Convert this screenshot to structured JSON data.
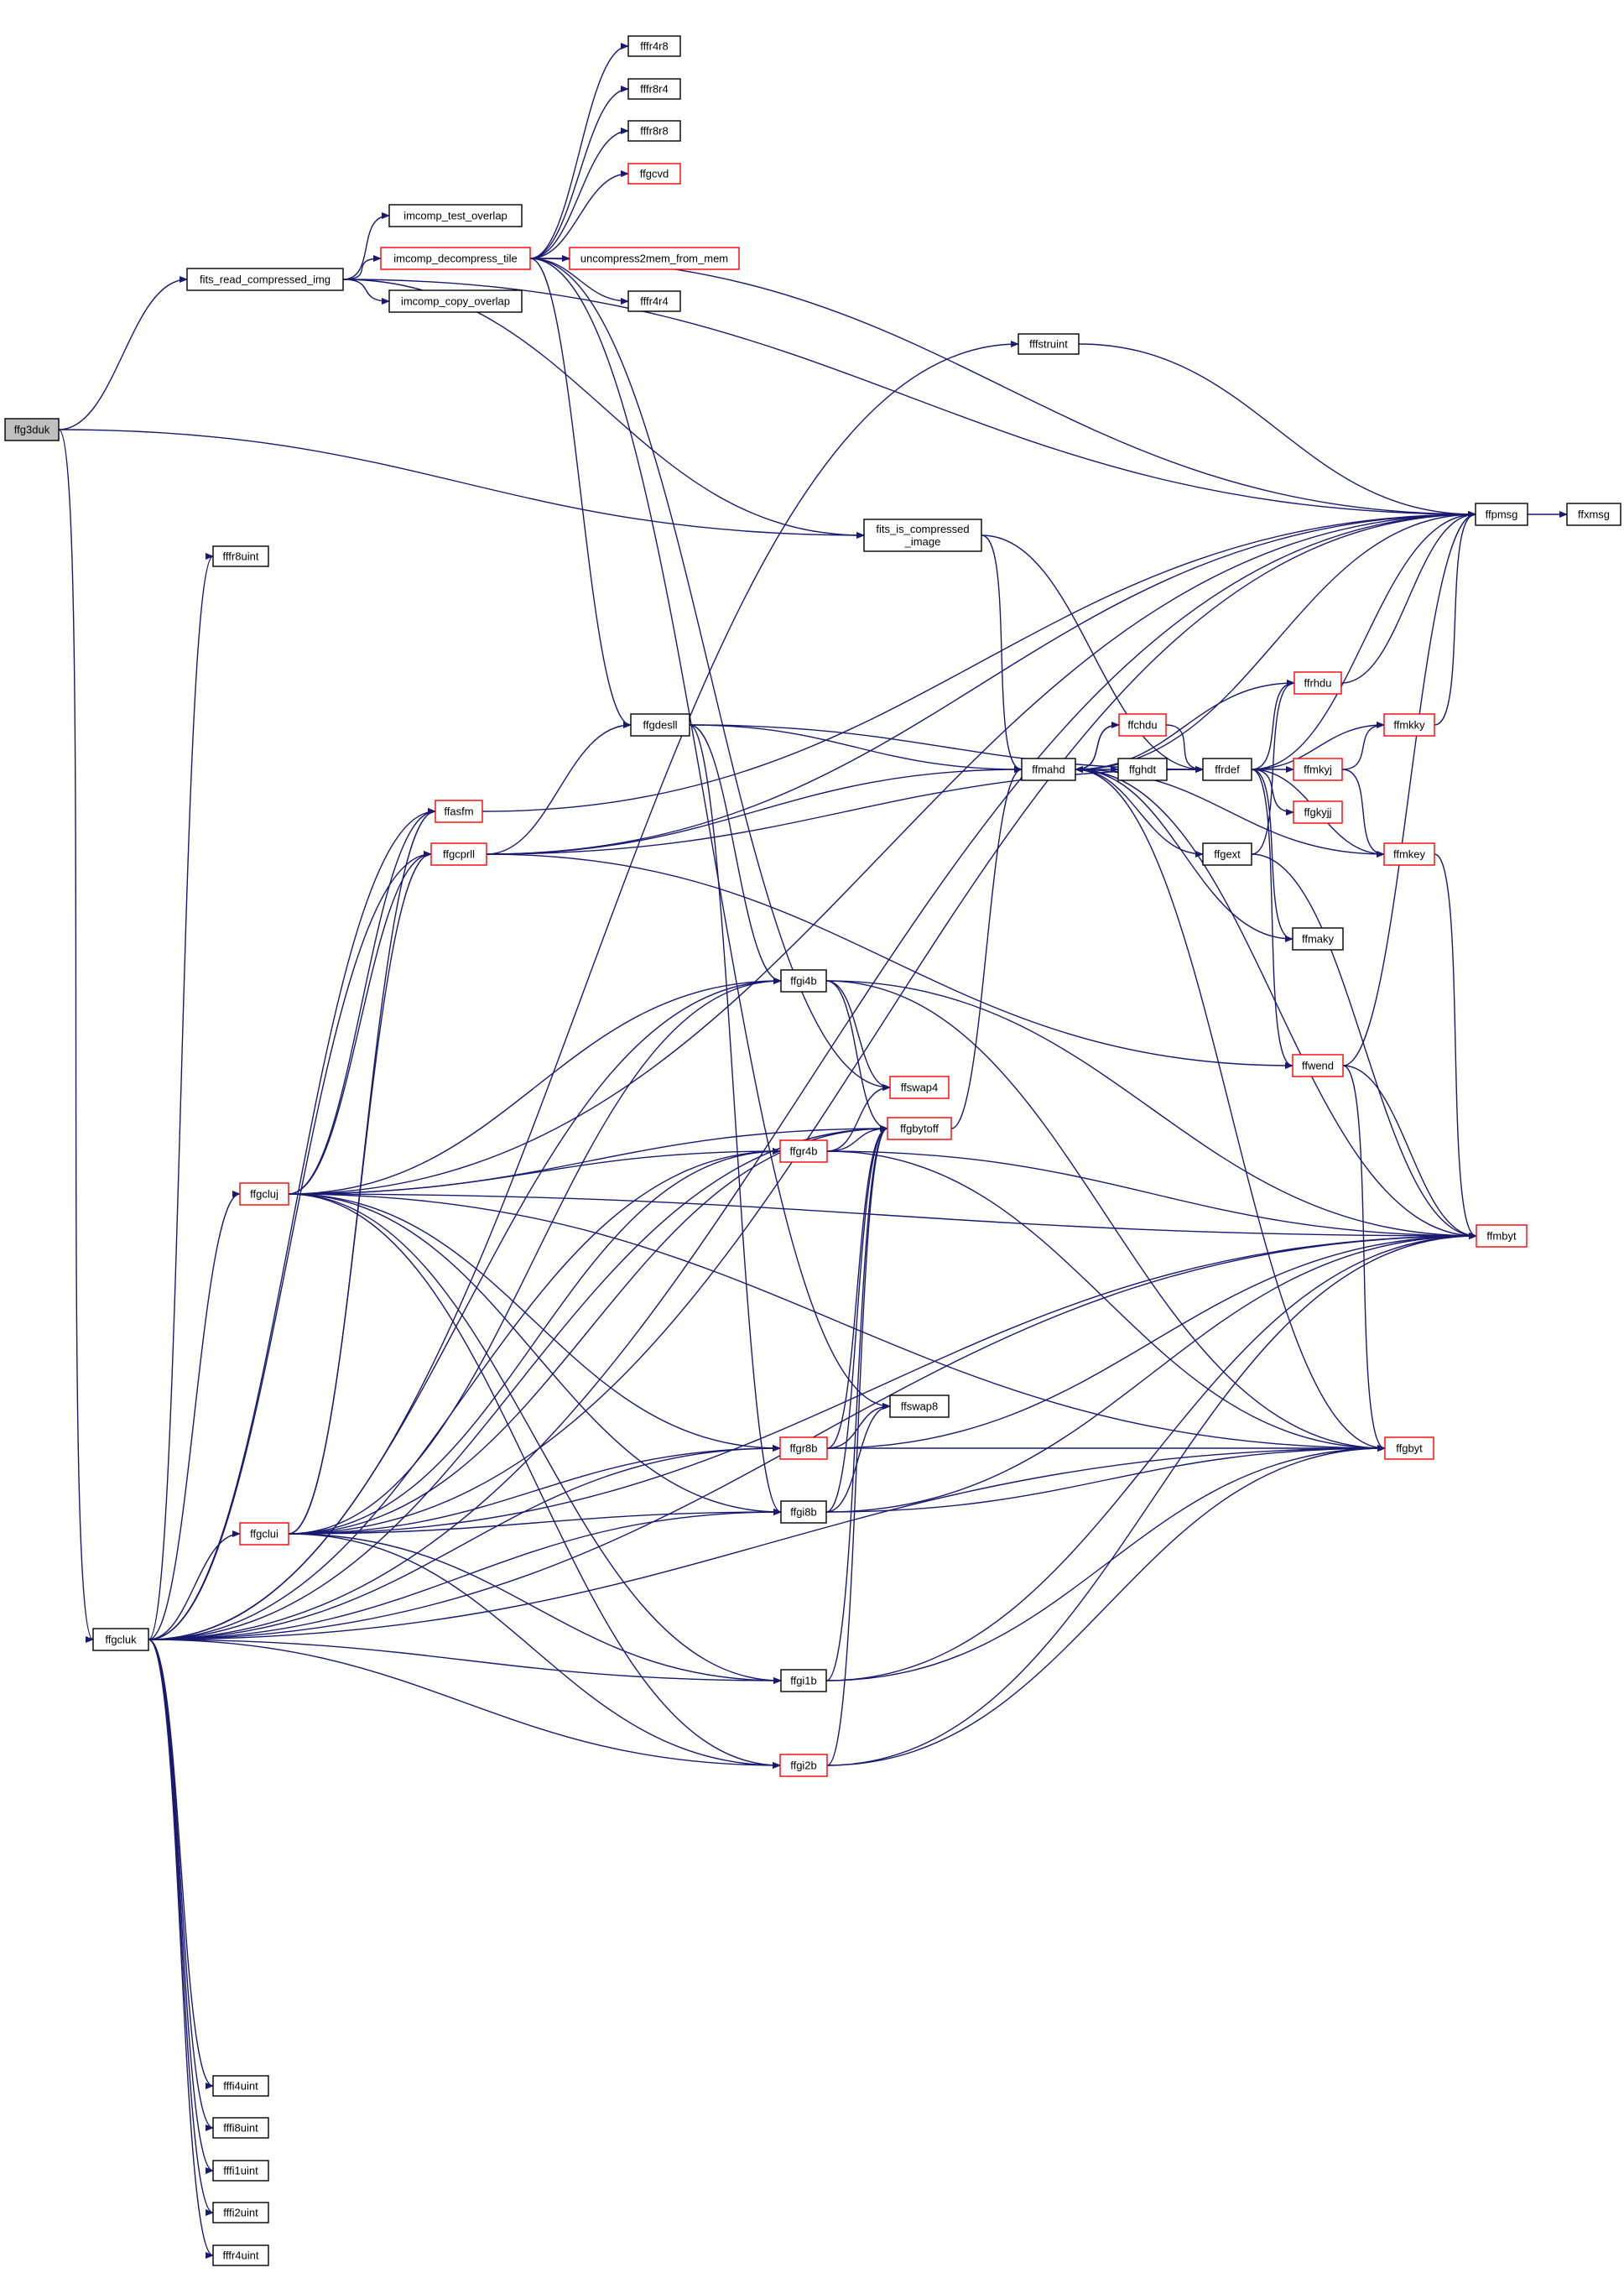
{
  "colors": {
    "edge": "#191970",
    "link_border": "#ff0000",
    "plain_border": "#000000",
    "root_fill": "#bfbfbf"
  },
  "nodes": [
    {
      "id": "ffg3duk",
      "lines": [
        "ffg3duk"
      ],
      "border": "root"
    },
    {
      "id": "fits_read_compressed_img",
      "lines": [
        "fits_read_compressed_img"
      ],
      "border": "black"
    },
    {
      "id": "imcomp_test_overlap",
      "lines": [
        "imcomp_test_overlap"
      ],
      "border": "black"
    },
    {
      "id": "imcomp_decompress_tile",
      "lines": [
        "imcomp_decompress_tile"
      ],
      "border": "red"
    },
    {
      "id": "imcomp_copy_overlap",
      "lines": [
        "imcomp_copy_overlap"
      ],
      "border": "black"
    },
    {
      "id": "fffr4r8",
      "lines": [
        "fffr4r8"
      ],
      "border": "black"
    },
    {
      "id": "fffr8r4",
      "lines": [
        "fffr8r4"
      ],
      "border": "black"
    },
    {
      "id": "fffr8r8",
      "lines": [
        "fffr8r8"
      ],
      "border": "black"
    },
    {
      "id": "ffgcvd",
      "lines": [
        "ffgcvd"
      ],
      "border": "red"
    },
    {
      "id": "uncompress2mem_from_mem",
      "lines": [
        "uncompress2mem_from_mem"
      ],
      "border": "red"
    },
    {
      "id": "fffr4r4",
      "lines": [
        "fffr4r4"
      ],
      "border": "black"
    },
    {
      "id": "fffstruint",
      "lines": [
        "fffstruint"
      ],
      "border": "black"
    },
    {
      "id": "ffpmsg",
      "lines": [
        "ffpmsg"
      ],
      "border": "black"
    },
    {
      "id": "ffxmsg",
      "lines": [
        "ffxmsg"
      ],
      "border": "black"
    },
    {
      "id": "fits_is_compressed_image",
      "lines": [
        "fits_is_compressed",
        "_image"
      ],
      "border": "black"
    },
    {
      "id": "fffr8uint",
      "lines": [
        "fffr8uint"
      ],
      "border": "black"
    },
    {
      "id": "ffrhdu",
      "lines": [
        "ffrhdu"
      ],
      "border": "red"
    },
    {
      "id": "ffchdu",
      "lines": [
        "ffchdu"
      ],
      "border": "red"
    },
    {
      "id": "ffmkky",
      "lines": [
        "ffmkky"
      ],
      "border": "red"
    },
    {
      "id": "ffgdesll",
      "lines": [
        "ffgdesll"
      ],
      "border": "black"
    },
    {
      "id": "ffmahd",
      "lines": [
        "ffmahd"
      ],
      "border": "black"
    },
    {
      "id": "ffghdt",
      "lines": [
        "ffghdt"
      ],
      "border": "black"
    },
    {
      "id": "ffrdef",
      "lines": [
        "ffrdef"
      ],
      "border": "black"
    },
    {
      "id": "ffmkyj",
      "lines": [
        "ffmkyj"
      ],
      "border": "red"
    },
    {
      "id": "ffgkyjj",
      "lines": [
        "ffgkyjj"
      ],
      "border": "red"
    },
    {
      "id": "ffasfm",
      "lines": [
        "ffasfm"
      ],
      "border": "red"
    },
    {
      "id": "ffgcprll",
      "lines": [
        "ffgcprll"
      ],
      "border": "red"
    },
    {
      "id": "ffgext",
      "lines": [
        "ffgext"
      ],
      "border": "black"
    },
    {
      "id": "ffmkey",
      "lines": [
        "ffmkey"
      ],
      "border": "red"
    },
    {
      "id": "ffmaky",
      "lines": [
        "ffmaky"
      ],
      "border": "black"
    },
    {
      "id": "ffgi4b",
      "lines": [
        "ffgi4b"
      ],
      "border": "black"
    },
    {
      "id": "ffwend",
      "lines": [
        "ffwend"
      ],
      "border": "red"
    },
    {
      "id": "ffswap4",
      "lines": [
        "ffswap4"
      ],
      "border": "red"
    },
    {
      "id": "ffgbytoff",
      "lines": [
        "ffgbytoff"
      ],
      "border": "red"
    },
    {
      "id": "ffgr4b",
      "lines": [
        "ffgr4b"
      ],
      "border": "red"
    },
    {
      "id": "ffgcluj",
      "lines": [
        "ffgcluj"
      ],
      "border": "red"
    },
    {
      "id": "ffmbyt",
      "lines": [
        "ffmbyt"
      ],
      "border": "red"
    },
    {
      "id": "ffswap8",
      "lines": [
        "ffswap8"
      ],
      "border": "black"
    },
    {
      "id": "ffgr8b",
      "lines": [
        "ffgr8b"
      ],
      "border": "red"
    },
    {
      "id": "ffgbyt",
      "lines": [
        "ffgbyt"
      ],
      "border": "red"
    },
    {
      "id": "ffgi8b",
      "lines": [
        "ffgi8b"
      ],
      "border": "black"
    },
    {
      "id": "ffgclui",
      "lines": [
        "ffgclui"
      ],
      "border": "red"
    },
    {
      "id": "ffgcluk",
      "lines": [
        "ffgcluk"
      ],
      "border": "black"
    },
    {
      "id": "ffgi1b",
      "lines": [
        "ffgi1b"
      ],
      "border": "black"
    },
    {
      "id": "ffgi2b",
      "lines": [
        "ffgi2b"
      ],
      "border": "red"
    },
    {
      "id": "fffi4uint",
      "lines": [
        "fffi4uint"
      ],
      "border": "black"
    },
    {
      "id": "fffi8uint",
      "lines": [
        "fffi8uint"
      ],
      "border": "black"
    },
    {
      "id": "fffi1uint",
      "lines": [
        "fffi1uint"
      ],
      "border": "black"
    },
    {
      "id": "fffi2uint",
      "lines": [
        "fffi2uint"
      ],
      "border": "black"
    },
    {
      "id": "fffr4uint",
      "lines": [
        "fffr4uint"
      ],
      "border": "black"
    }
  ],
  "edges": [
    [
      "ffg3duk",
      "fits_read_compressed_img"
    ],
    [
      "ffg3duk",
      "fits_is_compressed_image"
    ],
    [
      "ffg3duk",
      "ffgcluk"
    ],
    [
      "fits_read_compressed_img",
      "imcomp_test_overlap"
    ],
    [
      "fits_read_compressed_img",
      "imcomp_decompress_tile"
    ],
    [
      "fits_read_compressed_img",
      "imcomp_copy_overlap"
    ],
    [
      "fits_read_compressed_img",
      "ffpmsg"
    ],
    [
      "fits_read_compressed_img",
      "fits_is_compressed_image"
    ],
    [
      "imcomp_decompress_tile",
      "fffr4r8"
    ],
    [
      "imcomp_decompress_tile",
      "fffr8r4"
    ],
    [
      "imcomp_decompress_tile",
      "fffr8r8"
    ],
    [
      "imcomp_decompress_tile",
      "ffgcvd"
    ],
    [
      "imcomp_decompress_tile",
      "uncompress2mem_from_mem"
    ],
    [
      "imcomp_decompress_tile",
      "fffr4r4"
    ],
    [
      "imcomp_decompress_tile",
      "ffpmsg"
    ],
    [
      "imcomp_decompress_tile",
      "ffgdesll"
    ],
    [
      "imcomp_decompress_tile",
      "ffswap4"
    ],
    [
      "imcomp_decompress_tile",
      "ffswap8"
    ],
    [
      "fffstruint",
      "ffpmsg"
    ],
    [
      "ffpmsg",
      "ffxmsg"
    ],
    [
      "fits_is_compressed_image",
      "ffmahd"
    ],
    [
      "fits_is_compressed_image",
      "ffrdef"
    ],
    [
      "ffrhdu",
      "ffpmsg"
    ],
    [
      "ffchdu",
      "ffrdef"
    ],
    [
      "ffchdu",
      "ffmahd"
    ],
    [
      "ffmkky",
      "ffpmsg"
    ],
    [
      "ffgdesll",
      "ffmahd"
    ],
    [
      "ffgdesll",
      "ffrdef"
    ],
    [
      "ffgdesll",
      "ffgi4b"
    ],
    [
      "ffgdesll",
      "ffgi8b"
    ],
    [
      "ffmahd",
      "ffpmsg"
    ],
    [
      "ffmahd",
      "ffchdu"
    ],
    [
      "ffmahd",
      "ffrhdu"
    ],
    [
      "ffmahd",
      "ffghdt"
    ],
    [
      "ffmahd",
      "ffgext"
    ],
    [
      "ffmahd",
      "ffgbyt"
    ],
    [
      "ffmahd",
      "ffmbyt"
    ],
    [
      "ffghdt",
      "ffrdef"
    ],
    [
      "ffrdef",
      "ffpmsg"
    ],
    [
      "ffrdef",
      "ffrhdu"
    ],
    [
      "ffrdef",
      "ffmkky"
    ],
    [
      "ffrdef",
      "ffmkyj"
    ],
    [
      "ffrdef",
      "ffgkyjj"
    ],
    [
      "ffrdef",
      "ffmkey"
    ],
    [
      "ffrdef",
      "ffmaky"
    ],
    [
      "ffrdef",
      "ffwend"
    ],
    [
      "ffmkyj",
      "ffmkky"
    ],
    [
      "ffmkyj",
      "ffmkey"
    ],
    [
      "ffasfm",
      "ffpmsg"
    ],
    [
      "ffgcprll",
      "ffpmsg"
    ],
    [
      "ffgcprll",
      "ffgdesll"
    ],
    [
      "ffgcprll",
      "ffmahd"
    ],
    [
      "ffgcprll",
      "ffrdef"
    ],
    [
      "ffgcprll",
      "ffwend"
    ],
    [
      "ffgext",
      "ffrhdu"
    ],
    [
      "ffgext",
      "ffmbyt"
    ],
    [
      "ffmkey",
      "ffmbyt"
    ],
    [
      "ffmkey",
      "ffmahd"
    ],
    [
      "ffmaky",
      "ffmahd"
    ],
    [
      "ffgi4b",
      "ffswap4"
    ],
    [
      "ffgi4b",
      "ffgbytoff"
    ],
    [
      "ffgi4b",
      "ffmbyt"
    ],
    [
      "ffgi4b",
      "ffgbyt"
    ],
    [
      "ffwend",
      "ffgbyt"
    ],
    [
      "ffwend",
      "ffmbyt"
    ],
    [
      "ffwend",
      "ffpmsg"
    ],
    [
      "ffgbytoff",
      "ffmahd"
    ],
    [
      "ffgr4b",
      "ffswap4"
    ],
    [
      "ffgr4b",
      "ffgbytoff"
    ],
    [
      "ffgr4b",
      "ffmbyt"
    ],
    [
      "ffgr4b",
      "ffgbyt"
    ],
    [
      "ffgcluj",
      "ffasfm"
    ],
    [
      "ffgcluj",
      "ffgcprll"
    ],
    [
      "ffgcluj",
      "ffgi4b"
    ],
    [
      "ffgcluj",
      "ffgbytoff"
    ],
    [
      "ffgcluj",
      "ffgr4b"
    ],
    [
      "ffgcluj",
      "ffmbyt"
    ],
    [
      "ffgcluj",
      "ffgbyt"
    ],
    [
      "ffgcluj",
      "ffgr8b"
    ],
    [
      "ffgcluj",
      "ffgi8b"
    ],
    [
      "ffgcluj",
      "ffgi1b"
    ],
    [
      "ffgcluj",
      "ffgi2b"
    ],
    [
      "ffgcluj",
      "ffpmsg"
    ],
    [
      "ffgr8b",
      "ffswap8"
    ],
    [
      "ffgr8b",
      "ffgbyt"
    ],
    [
      "ffgr8b",
      "ffmbyt"
    ],
    [
      "ffgr8b",
      "ffgbytoff"
    ],
    [
      "ffgi8b",
      "ffswap8"
    ],
    [
      "ffgi8b",
      "ffgbyt"
    ],
    [
      "ffgi8b",
      "ffmbyt"
    ],
    [
      "ffgi8b",
      "ffgbytoff"
    ],
    [
      "ffgclui",
      "ffasfm"
    ],
    [
      "ffgclui",
      "ffgcprll"
    ],
    [
      "ffgclui",
      "ffgi4b"
    ],
    [
      "ffgclui",
      "ffgr4b"
    ],
    [
      "ffgclui",
      "ffgbytoff"
    ],
    [
      "ffgclui",
      "ffgr8b"
    ],
    [
      "ffgclui",
      "ffgi8b"
    ],
    [
      "ffgclui",
      "ffgi1b"
    ],
    [
      "ffgclui",
      "ffgi2b"
    ],
    [
      "ffgclui",
      "ffmbyt"
    ],
    [
      "ffgclui",
      "ffpmsg"
    ],
    [
      "ffgcluk",
      "fffstruint"
    ],
    [
      "ffgcluk",
      "ffpmsg"
    ],
    [
      "ffgcluk",
      "fffr8uint"
    ],
    [
      "ffgcluk",
      "ffasfm"
    ],
    [
      "ffgcluk",
      "ffgcprll"
    ],
    [
      "ffgcluk",
      "ffgi4b"
    ],
    [
      "ffgcluk",
      "ffgr4b"
    ],
    [
      "ffgcluk",
      "ffgbytoff"
    ],
    [
      "ffgcluk",
      "ffgcluj"
    ],
    [
      "ffgcluk",
      "ffgclui"
    ],
    [
      "ffgcluk",
      "ffgr8b"
    ],
    [
      "ffgcluk",
      "ffgi8b"
    ],
    [
      "ffgcluk",
      "ffgi1b"
    ],
    [
      "ffgcluk",
      "ffgi2b"
    ],
    [
      "ffgcluk",
      "ffgbyt"
    ],
    [
      "ffgcluk",
      "ffmbyt"
    ],
    [
      "ffgcluk",
      "fffi4uint"
    ],
    [
      "ffgcluk",
      "fffi8uint"
    ],
    [
      "ffgcluk",
      "fffi1uint"
    ],
    [
      "ffgcluk",
      "fffi2uint"
    ],
    [
      "ffgcluk",
      "fffr4uint"
    ],
    [
      "ffgi1b",
      "ffgbyt"
    ],
    [
      "ffgi1b",
      "ffmbyt"
    ],
    [
      "ffgi1b",
      "ffgbytoff"
    ],
    [
      "ffgi2b",
      "ffgbyt"
    ],
    [
      "ffgi2b",
      "ffmbyt"
    ],
    [
      "ffgi2b",
      "ffgbytoff"
    ]
  ]
}
